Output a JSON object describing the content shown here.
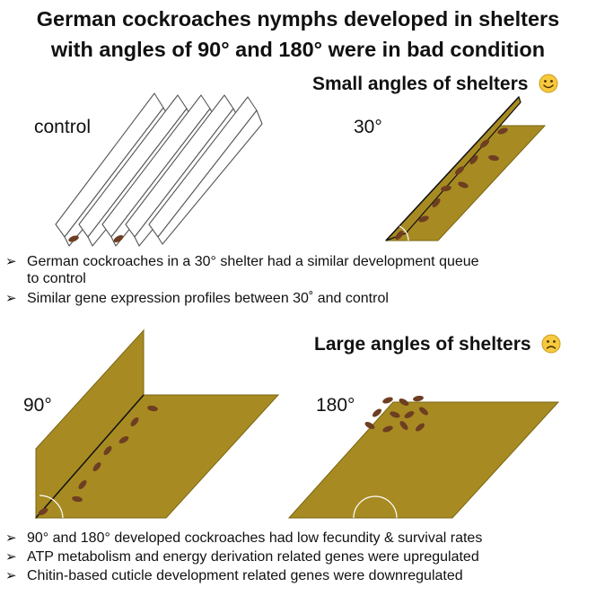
{
  "title": {
    "line1": "German cockroaches nymphs developed in shelters",
    "line2": "with angles of 90° and 180° were in bad condition"
  },
  "small_section": {
    "heading": "Small angles of shelters",
    "face_icon": "smiling-face-icon"
  },
  "large_section": {
    "heading": "Large angles of shelters",
    "face_icon": "frowning-face-icon"
  },
  "panels": {
    "control": {
      "label": "control"
    },
    "angle30": {
      "label": "30°"
    },
    "angle90": {
      "label": "90°"
    },
    "angle180": {
      "label": "180°"
    }
  },
  "small_bullets": [
    {
      "text": "German cockroaches in a 30° shelter had a similar development queue",
      "text2": "to control"
    },
    {
      "text": "Similar gene expression profiles between 30˚ and control"
    }
  ],
  "large_bullets": [
    {
      "text": "90° and 180° developed cockroaches had low fecundity & survival rates"
    },
    {
      "text": "ATP metabolism and energy derivation related genes were upregulated"
    },
    {
      "text": "Chitin-based cuticle development related genes were downregulated"
    }
  ],
  "colors": {
    "shelter": "#a78b22",
    "edge": "#111111",
    "cockroach": "#6e3e22"
  }
}
